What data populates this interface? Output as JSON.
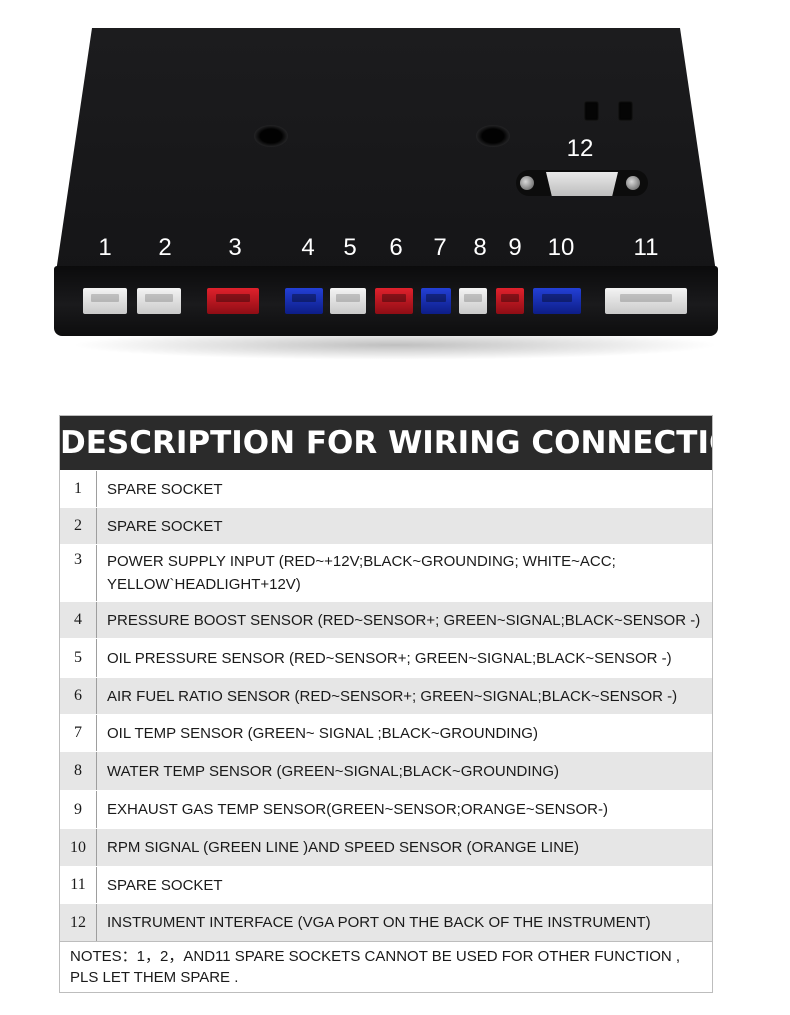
{
  "device": {
    "labels": [
      "1",
      "2",
      "3",
      "4",
      "5",
      "6",
      "7",
      "8",
      "9",
      "10",
      "11"
    ],
    "vga_label": "12"
  },
  "table": {
    "title": "DESCRIPTION FOR WIRING CONNECTION",
    "rows": [
      {
        "num": "1",
        "desc": "SPARE SOCKET"
      },
      {
        "num": "2",
        "desc": "SPARE SOCKET"
      },
      {
        "num": "3",
        "desc": "POWER SUPPLY INPUT (RED~+12V;BLACK~GROUNDING; WHITE~ACC;\nYELLOW`HEADLIGHT+12V)"
      },
      {
        "num": "4",
        "desc": "PRESSURE BOOST SENSOR (RED~SENSOR+; GREEN~SIGNAL;BLACK~SENSOR -)"
      },
      {
        "num": "5",
        "desc": "OIL PRESSURE SENSOR  (RED~SENSOR+; GREEN~SIGNAL;BLACK~SENSOR -)"
      },
      {
        "num": "6",
        "desc": "AIR FUEL RATIO SENSOR  (RED~SENSOR+; GREEN~SIGNAL;BLACK~SENSOR -)"
      },
      {
        "num": "7",
        "desc": "OIL TEMP SENSOR (GREEN~ SIGNAL ;BLACK~GROUNDING)"
      },
      {
        "num": "8",
        "desc": "WATER TEMP SENSOR (GREEN~SIGNAL;BLACK~GROUNDING)"
      },
      {
        "num": "9",
        "desc": "EXHAUST GAS TEMP SENSOR(GREEN~SENSOR;ORANGE~SENSOR-)"
      },
      {
        "num": "10",
        "desc": "RPM SIGNAL (GREEN LINE )AND SPEED SENSOR (ORANGE LINE)"
      },
      {
        "num": "11",
        "desc": "SPARE SOCKET"
      },
      {
        "num": "12",
        "desc": "INSTRUMENT INTERFACE (VGA PORT ON THE BACK OF THE INSTRUMENT)"
      }
    ],
    "notes": "NOTES：1，2，AND11 SPARE SOCKETS CANNOT BE USED FOR OTHER FUNCTION ,\nPLS LET THEM SPARE ."
  }
}
